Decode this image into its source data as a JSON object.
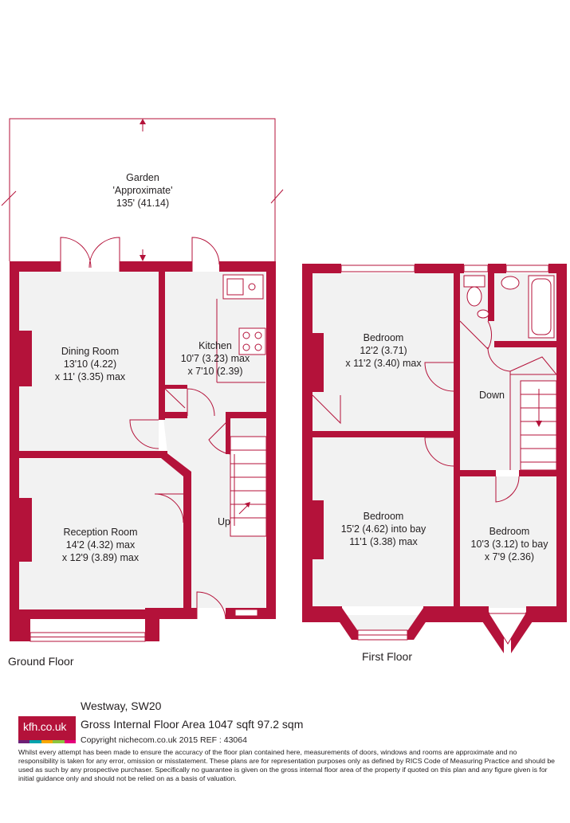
{
  "floors": {
    "ground": "Ground Floor",
    "first": "First Floor"
  },
  "rooms": {
    "garden": [
      "Garden",
      "'Approximate'",
      "135' (41.14)"
    ],
    "dining": [
      "Dining Room",
      "13'10 (4.22)",
      "x 11' (3.35) max"
    ],
    "kitchen": [
      "Kitchen",
      "10'7 (3.23) max",
      "x 7'10 (2.39)"
    ],
    "reception": [
      "Reception Room",
      "14'2 (4.32) max",
      "x 12'9 (3.89) max"
    ],
    "bedroom_rear": [
      "Bedroom",
      "12'2 (3.71)",
      "x 11'2 (3.40) max"
    ],
    "bedroom_front": [
      "Bedroom",
      "15'2 (4.62) into bay",
      "11'1 (3.38) max"
    ],
    "bedroom_small": [
      "Bedroom",
      "10'3 (3.12) to bay",
      "x 7'9 (2.36)"
    ]
  },
  "stairs": {
    "up": "Up",
    "down": "Down"
  },
  "footer": {
    "logo": "kfh.co.uk",
    "address": "Westway, SW20",
    "area": "Gross Internal Floor Area 1047 sqft 97.2 sqm",
    "copyright": "Copyright nichecom.co.uk 2015 REF : 43064",
    "disclaimer": "Whilst every attempt has been made to ensure the accuracy of the floor plan contained here, measurements of doors, windows and rooms are approximate and no responsibility is taken for any error, omission or misstatement. These plans are for representation purposes only as defined by RICS Code of Measuring Practice and should be used as such by any prospective purchaser. Specifically no guarantee is given on the gross internal floor area of the property if quoted on this plan and any figure given is for initial guidance only and should not be relied on as a basis of valuation."
  },
  "colors": {
    "wall": "#b4123a",
    "floor": "#f2f2f2",
    "logo_strip": [
      "#6d2077",
      "#00a3ad",
      "#f7a800",
      "#8dc63f",
      "#e4007c"
    ]
  }
}
